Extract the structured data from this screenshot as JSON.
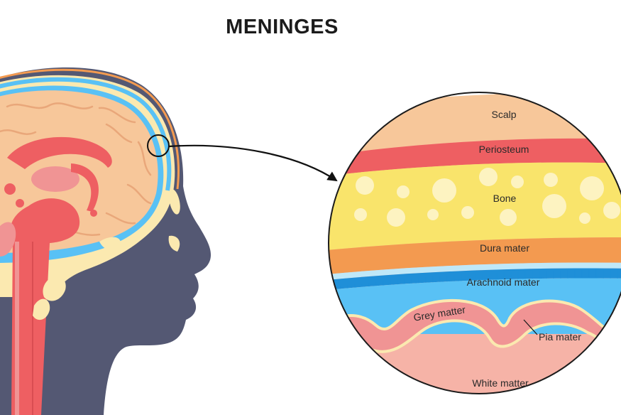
{
  "title": "MENINGES",
  "layers": {
    "scalp": "Scalp",
    "periosteum": "Periosteum",
    "bone": "Bone",
    "dura": "Dura mater",
    "arachnoid": "Arachnoid mater",
    "grey": "Grey matter",
    "pia": "Pia mater",
    "white": "White matter"
  },
  "colors": {
    "scalp": "#f7c79a",
    "periosteum": "#ee5f62",
    "bone": "#f9e46b",
    "dura": "#f39a50",
    "arachnoid": "#3aa8ea",
    "csf": "#59c1f5",
    "grey": "#f09494",
    "white": "#f6b3a7",
    "head": "#545873"
  }
}
